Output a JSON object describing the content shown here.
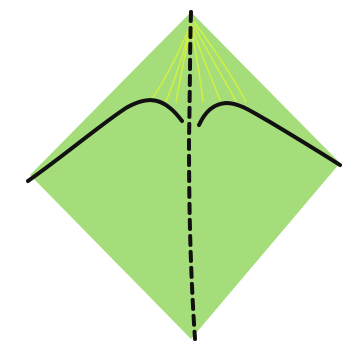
{
  "diagram": {
    "type": "origami-fold-diagram",
    "colors": {
      "background": "#ffffff",
      "paper": "#a6dd7b",
      "highlight": "#d4f23a",
      "fold_line": "#111111"
    },
    "elements": [
      "diamond-paper",
      "center-dashed-fold-line",
      "left-curved-crease",
      "right-curved-crease",
      "top-highlight-strokes"
    ]
  }
}
